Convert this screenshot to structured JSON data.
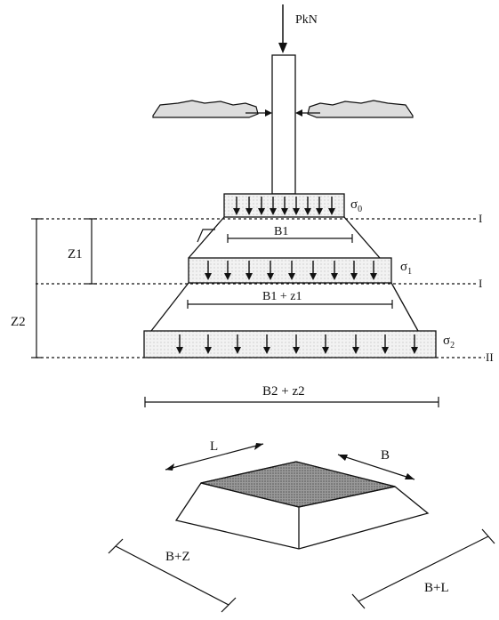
{
  "load": {
    "label": "PkN"
  },
  "levels": [
    {
      "name": "I",
      "label": "I"
    },
    {
      "name": "I-second",
      "label": "I"
    },
    {
      "name": "II",
      "label": "II"
    }
  ],
  "depths": {
    "z1": "Z1",
    "z2": "Z2"
  },
  "stresses": {
    "s0": "σ",
    "s0_sub": "0",
    "s1": "σ",
    "s1_sub": "1",
    "s2": "σ",
    "s2_sub": "2"
  },
  "widths": {
    "b1": "B1",
    "b1z1": "B1 + z1",
    "b2z2": "B2 + z2"
  },
  "perspective": {
    "l": "L",
    "b": "B",
    "bz": "B+Z",
    "bl": "B+L"
  },
  "colors": {
    "line": "#111111",
    "fill_block": "#f4f4f4",
    "top_face": "#8c8c8c"
  },
  "icons": {
    "arrow": "down-arrow-icon",
    "hand": "gripping-hand-icon"
  }
}
